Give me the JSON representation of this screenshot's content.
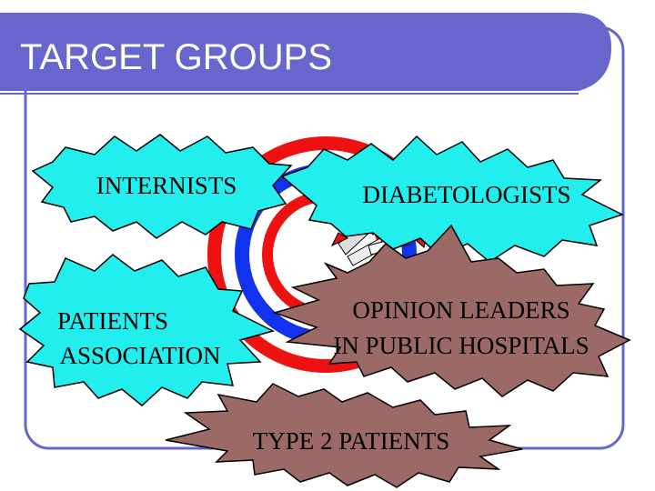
{
  "slide": {
    "title": "TARGET GROUPS",
    "colors": {
      "title_bar": "#6666cc",
      "frame": "#6666cc",
      "target_red": "#ee1111",
      "target_blue": "#1133ee",
      "burst_cyan": "#22eeee",
      "burst_brown": "#9c6a66"
    }
  },
  "groups": {
    "internists": "INTERNISTS",
    "diabetologists": "DIABETOLOGISTS",
    "patients_association_line1": "PATIENTS",
    "patients_association_line2": "ASSOCIATION",
    "opinion_leaders_line1": "OPINION LEADERS",
    "opinion_leaders_line2": "IN PUBLIC HOSPITALS",
    "type2_patients": "TYPE 2 PATIENTS"
  }
}
